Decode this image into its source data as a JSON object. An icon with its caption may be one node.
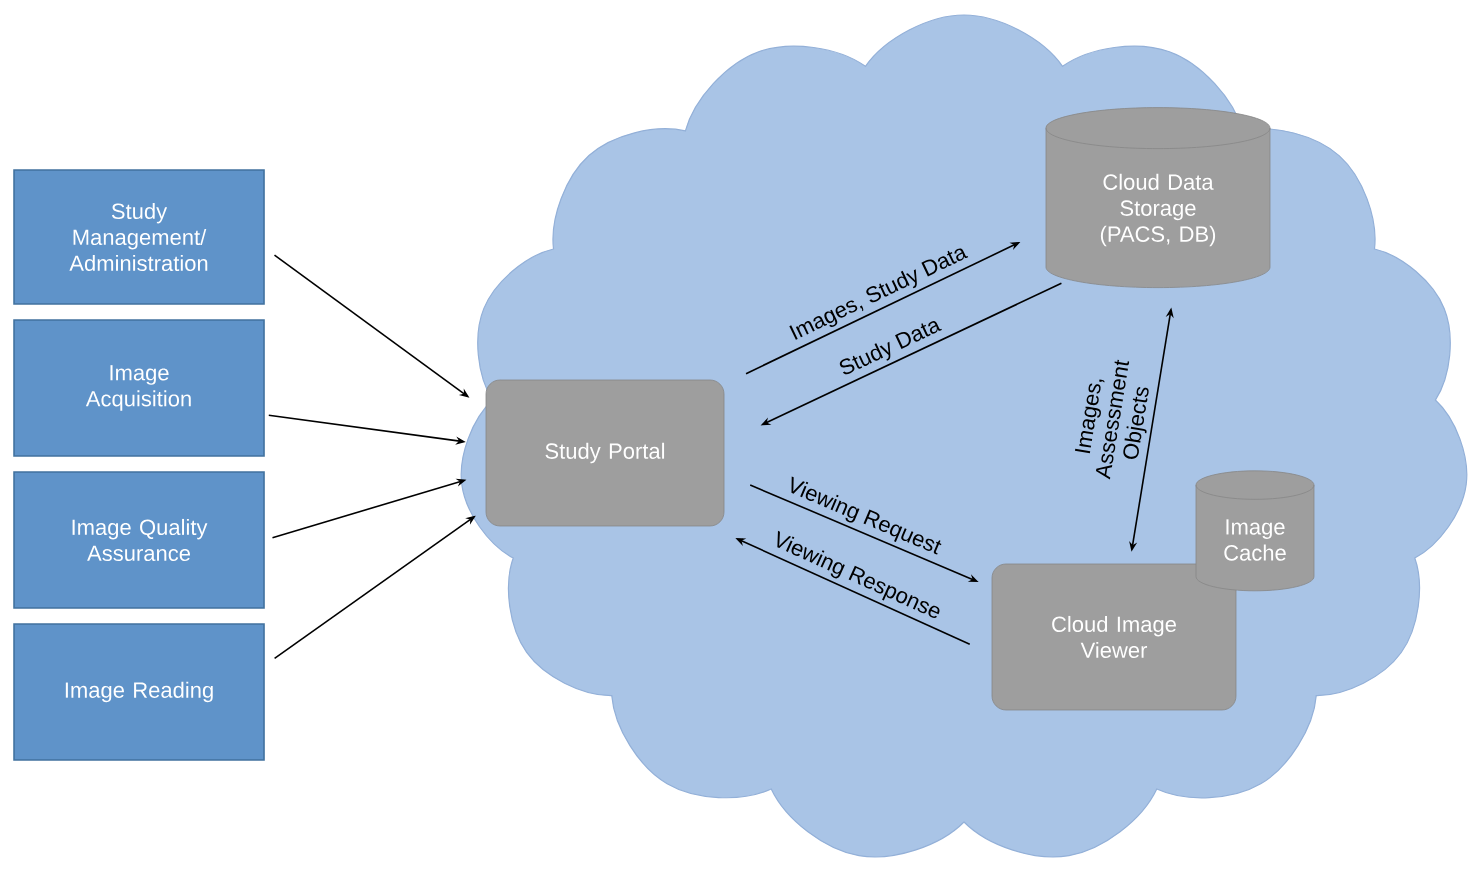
{
  "diagram": {
    "nodes": [
      {
        "text": [
          "Study Management/ Administration"
        ]
      },
      {
        "text": [
          "Image Acquisition"
        ]
      },
      {
        "text": [
          "Image Quality Assurance"
        ]
      },
      {
        "text": [
          "Image Reading"
        ]
      },
      {
        "text": [],
        "shape": "cloud"
      },
      {
        "text": [
          "Cloud Data Storage (PACS, DB)"
        ],
        "in": 4
      },
      {
        "text": [
          "Study Portal"
        ],
        "in": 4
      },
      {
        "text": [
          "Image Cache"
        ],
        "in": 4
      },
      {
        "text": [
          "Cloud Image Viewer"
        ],
        "in": 4
      }
    ],
    "edges": [
      {
        "from": 0,
        "to": 6,
        "arrow": "to"
      },
      {
        "from": 1,
        "to": 6,
        "arrow": "to"
      },
      {
        "from": 2,
        "to": 6,
        "arrow": "to"
      },
      {
        "from": 3,
        "to": 6,
        "arrow": "to"
      },
      {
        "from": 6,
        "to": 5,
        "arrow": "to",
        "label": "Images, Study Data"
      },
      {
        "from": 5,
        "to": 6,
        "arrow": "to",
        "label": "Study Data"
      },
      {
        "from": 5,
        "to": 8,
        "arrow": "both",
        "label": "Images, Assessment Objects"
      },
      {
        "from": 6,
        "to": 8,
        "arrow": "to",
        "label": "Viewing Request"
      },
      {
        "from": 8,
        "to": 6,
        "arrow": "to",
        "label": "Viewing Response"
      }
    ]
  }
}
